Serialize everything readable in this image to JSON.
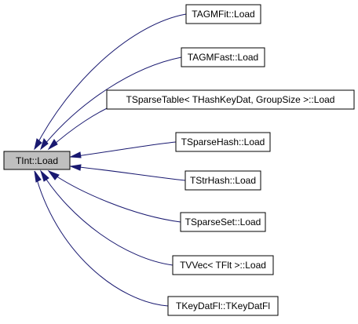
{
  "graph": {
    "root": {
      "label": "TInt::Load"
    },
    "callers": [
      {
        "label": "TAGMFit::Load"
      },
      {
        "label": "TAGMFast::Load"
      },
      {
        "label": "TSparseTable< THashKeyDat, GroupSize >::Load"
      },
      {
        "label": "TSparseHash::Load"
      },
      {
        "label": "TStrHash::Load"
      },
      {
        "label": "TSparseSet::Load"
      },
      {
        "label": "TVVec< TFlt >::Load"
      },
      {
        "label": "TKeyDatFl::TKeyDatFl"
      }
    ]
  },
  "colors": {
    "edge": "#191970",
    "root_fill": "#bfbfbf",
    "node_fill": "#ffffff",
    "node_border": "#000000"
  }
}
